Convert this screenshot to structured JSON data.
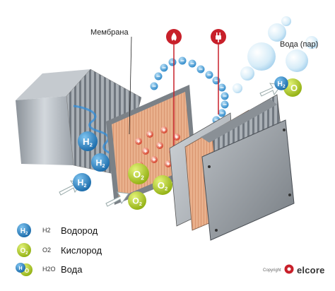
{
  "labels": {
    "membrane": "Мембрана",
    "water_vapor": "Вода (пар)"
  },
  "molecules": {
    "hydrogen": "H2",
    "oxygen": "O2",
    "water": "H2O",
    "hydrogen_sub": "2",
    "oxygen_sub": "2",
    "water_sub": "2"
  },
  "legend": [
    {
      "formula": "H2",
      "name": "Водород"
    },
    {
      "formula": "O2",
      "name": "Кислород"
    },
    {
      "formula": "H2O",
      "name": "Вода"
    }
  ],
  "footer": {
    "copyright": "Copyright",
    "brand": "elcore"
  },
  "colors": {
    "hydrogen": "#1f8ad0",
    "oxygen": "#a3c617",
    "water_o": "#a3c617",
    "water_h": "#1f8ad0",
    "heat_icon": "#c8202a",
    "power_icon": "#c8202a",
    "ion": "#2b87c8",
    "proton": "#e03c2c",
    "membrane": "#e4a07a"
  },
  "icons": {
    "heat": "flame-icon",
    "power": "plug-icon",
    "brand_logo": "elcore-logo-icon"
  }
}
